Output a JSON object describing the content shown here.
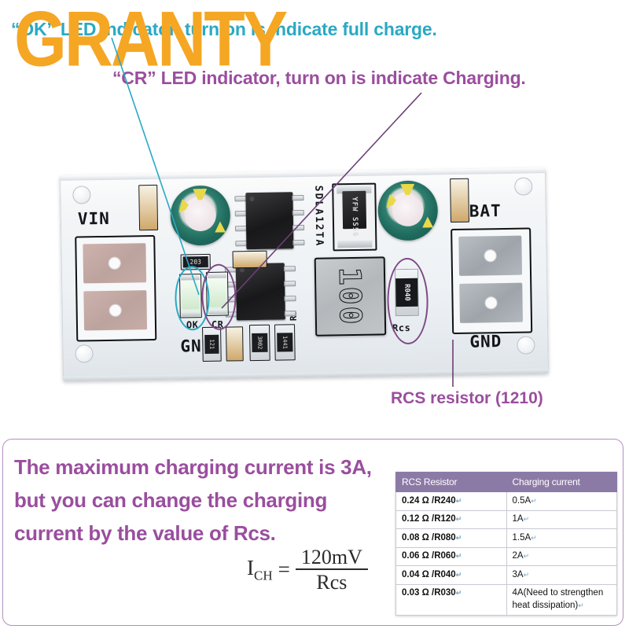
{
  "watermark": {
    "text": "GRANTY",
    "color": "#f5a623"
  },
  "callouts": {
    "ok_led": {
      "text": "“OK” LED indicator, turn on is indicate full charge.",
      "color": "#2aa9c4"
    },
    "cr_led": {
      "text": "“CR”  LED indicator, turn on is indicate Charging.",
      "color": "#9a4e9e"
    },
    "rcs_resistor": {
      "text": "RCS resistor (1210)",
      "color": "#9a4e9e"
    }
  },
  "board": {
    "silkscreen": {
      "vin": "VIN",
      "gnd_left": "GND",
      "bat": "BAT",
      "gnd_right": "GND",
      "ok": "OK",
      "cr": "CR",
      "rcs": "Rcs",
      "r3": "R3",
      "part_number": "SDLA12TA"
    },
    "components": {
      "inductor_marking": "100",
      "diode_marking": "YFW SS56",
      "rcs_marking": "R040",
      "cap_code": "203",
      "smd_codes": [
        "121",
        "3R02",
        "1441"
      ]
    }
  },
  "bottom_panel": {
    "blurb": "The maximum charging current is 3A, but you can change the charging current by the value of Rcs.",
    "formula": {
      "lhs": "I",
      "lhs_sub": "CH",
      "equals": "=",
      "numerator": "120mV",
      "denominator": "Rcs"
    }
  },
  "table": {
    "headers": [
      "RCS Resistor",
      "Charging current"
    ],
    "rows": [
      {
        "resistor": "0.24 Ω /R240",
        "current": "0.5A"
      },
      {
        "resistor": "0.12 Ω /R120",
        "current": "1A"
      },
      {
        "resistor": "0.08 Ω /R080",
        "current": "1.5A"
      },
      {
        "resistor": "0.06 Ω /R060",
        "current": "2A"
      },
      {
        "resistor": "0.04 Ω /R040",
        "current": "3A"
      },
      {
        "resistor": "0.03 Ω /R030",
        "current": "4A(Need to strengthen heat dissipation)"
      }
    ],
    "header_bg": "#8c7aa6",
    "mark": "↵"
  }
}
